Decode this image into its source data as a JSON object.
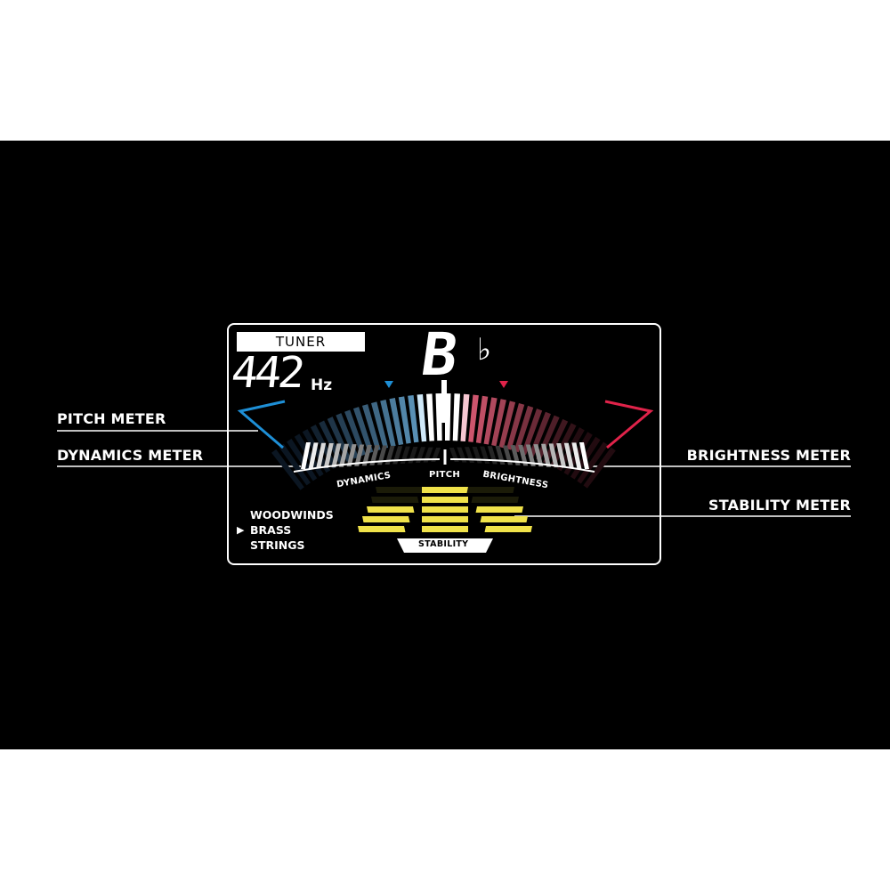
{
  "callouts": {
    "pitch_meter": "PITCH METER",
    "dynamics_meter": "DYNAMICS METER",
    "brightness_meter": "BRIGHTNESS METER",
    "stability_meter": "STABILITY METER"
  },
  "display": {
    "mode_label": "TUNER",
    "frequency": "442",
    "frequency_unit": "Hz",
    "note": "B",
    "accidental": "♭",
    "meter_labels": {
      "dynamics": "DYNAMICS",
      "pitch": "PITCH",
      "brightness": "BRIGHTNESS",
      "stability": "STABILITY"
    },
    "instrument_modes": [
      {
        "label": "WOODWINDS",
        "selected": false
      },
      {
        "label": "BRASS",
        "selected": true
      },
      {
        "label": "STRINGS",
        "selected": false
      }
    ],
    "selected_pointer": "▶"
  },
  "colors": {
    "flat_side": "#1e8fd6",
    "sharp_side": "#e0234a",
    "stability": "#f0e24a",
    "frame": "#ffffff"
  },
  "icons": {
    "flat_marker": "triangle-down-blue",
    "sharp_marker": "triangle-down-red",
    "mode_pointer": "triangle-right"
  }
}
